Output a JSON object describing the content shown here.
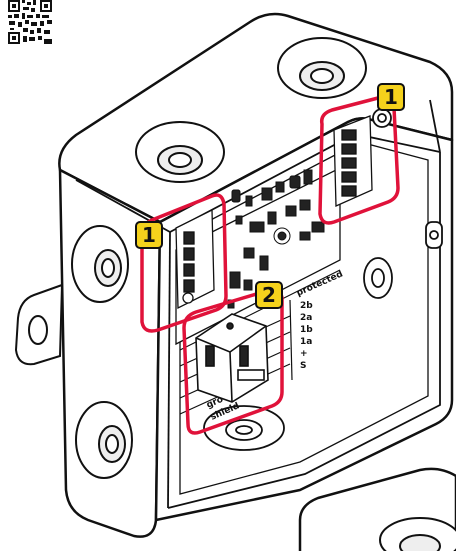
{
  "callouts": [
    {
      "number": "1"
    },
    {
      "number": "1"
    },
    {
      "number": "2"
    }
  ],
  "board_labels": {
    "protected": "protected",
    "terminals": [
      "2b",
      "2a",
      "1b",
      "1a",
      "+",
      "S"
    ],
    "shield": "shield",
    "ground_partial": "gro"
  },
  "colors": {
    "highlight": "#e0123a",
    "callout_fill": "#f5d21c",
    "line": "#111111",
    "box_fill": "#ffffff"
  },
  "icons": [
    "qr-code-icon"
  ]
}
